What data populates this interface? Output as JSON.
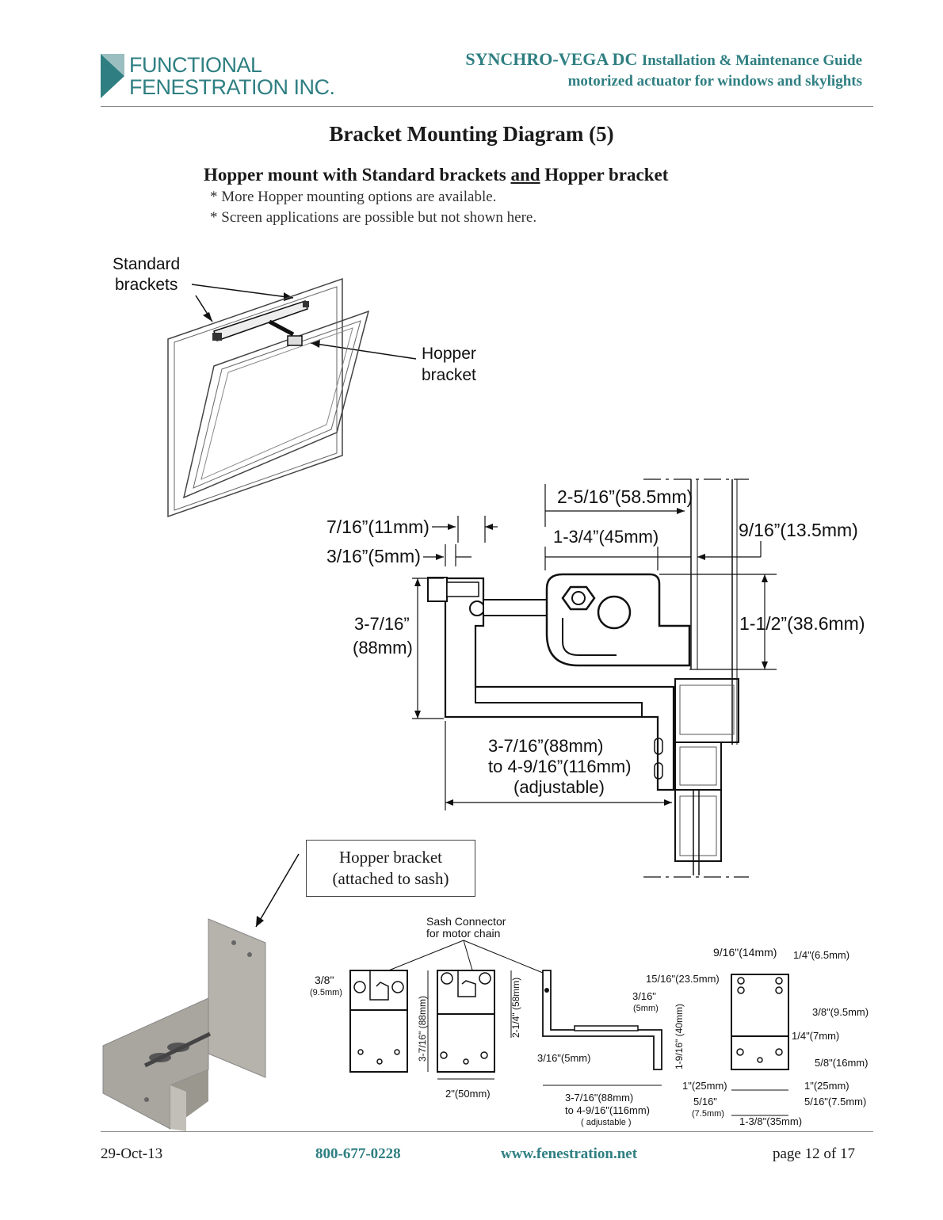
{
  "header": {
    "logo_line1": "FUNCTIONAL",
    "logo_line2": "FENESTRATION INC.",
    "title_bold": "SYNCHRO-VEGA DC",
    "title_rest": "Installation & Maintenance Guide",
    "subtitle": "motorized actuator for windows and skylights"
  },
  "page_title": "Bracket Mounting Diagram (5)",
  "section": {
    "heading_part1": "Hopper mount with Standard brackets",
    "heading_and": "and",
    "heading_part2": "Hopper bracket",
    "notes": [
      "*  More Hopper mounting options are available.",
      "*  Screen applications are possible but not shown here."
    ]
  },
  "window_figure": {
    "label_standard_1": "Standard",
    "label_standard_2": "brackets",
    "label_hopper_1": "Hopper",
    "label_hopper_2": "bracket"
  },
  "section_figure": {
    "dim_a": "2-5/16”(58.5mm)",
    "dim_b": "7/16”(11mm)",
    "dim_c": "1-3/4”(45mm)",
    "dim_d": "9/16”(13.5mm)",
    "dim_e": "3/16”(5mm)",
    "dim_f1": "3-7/16”",
    "dim_f2": "(88mm)",
    "dim_g": "1-1/2”(38.6mm)",
    "dim_h1": "3-7/16”(88mm)",
    "dim_h2": "to 4-9/16”(116mm)",
    "dim_h3": "(adjustable)"
  },
  "hopper_box": {
    "line1": "Hopper bracket",
    "line2": "(attached to sash)"
  },
  "detail_figure": {
    "sash_connector_1": "Sash Connector",
    "sash_connector_2": "for motor chain",
    "d_3_8": "3/8\"",
    "d_3_8_mm": "(9.5mm)",
    "d_3_7_16_v": "3-7/16\" (88mm)",
    "d_2_50": "2\"(50mm)",
    "d_2_1_4": "2-1/4\" (58mm)",
    "d_3_16_a": "3/16\"(5mm)",
    "d_3_16_b": "3/16\"",
    "d_3_16_b_mm": "(5mm)",
    "d_1_9_16": "1-9/16\" (40mm)",
    "d_15_16": "15/16\"(23.5mm)",
    "d_9_16": "9/16\"(14mm)",
    "d_1_4_a": "1/4\"(6.5mm)",
    "d_3_8_b": "3/8\"(9.5mm)",
    "d_1_4_b": "1/4\"(7mm)",
    "d_5_8": "5/8\"(16mm)",
    "d_1_a": "1\"(25mm)",
    "d_1_b": "1\"(25mm)",
    "d_5_16_a": "5/16\"",
    "d_5_16_a_mm": "(7.5mm)",
    "d_5_16_b": "5/16\"(7.5mm)",
    "d_1_3_8": "1-3/8\"(35mm)",
    "d_adj_1": "3-7/16\"(88mm)",
    "d_adj_2": "to  4-9/16\"(116mm)",
    "d_adj_3": "( adjustable )"
  },
  "footer": {
    "date": "29-Oct-13",
    "phone": "800-677-0228",
    "website": "www.fenestration.net",
    "page": "page 12 of 17"
  }
}
